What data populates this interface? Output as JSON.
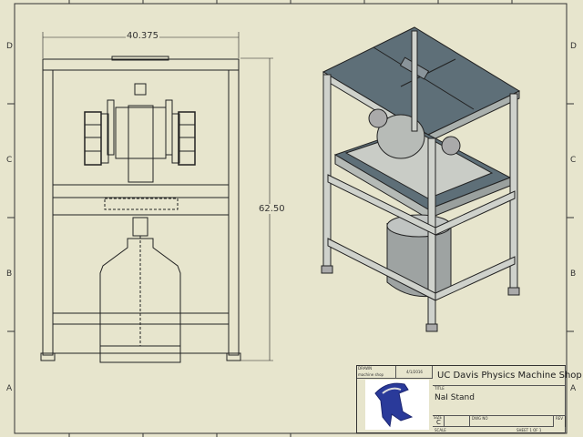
{
  "zones": {
    "left": [
      "D",
      "C",
      "B",
      "A"
    ],
    "right": [
      "D",
      "C",
      "B",
      "A"
    ]
  },
  "dimensions": {
    "width": "40.375",
    "height": "62.50"
  },
  "title_block": {
    "drawn_label": "DRAWN",
    "drawn_by": "machine shop",
    "date": "4/1/2016",
    "company": "UC Davis Physics Machine Shop",
    "title_label": "TITLE",
    "title": "NaI Stand",
    "size_label": "SIZE",
    "size": "C",
    "dwg_no_label": "DWG NO",
    "rev_label": "REV",
    "scale_label": "SCALE",
    "sheet": "SHEET 1 OF 1",
    "logo": "UC Davis mustang logo"
  },
  "colors": {
    "paper": "#e7e5cd",
    "line": "#222222",
    "panel": "#5e6f78",
    "logo": "#2a3a9a"
  }
}
